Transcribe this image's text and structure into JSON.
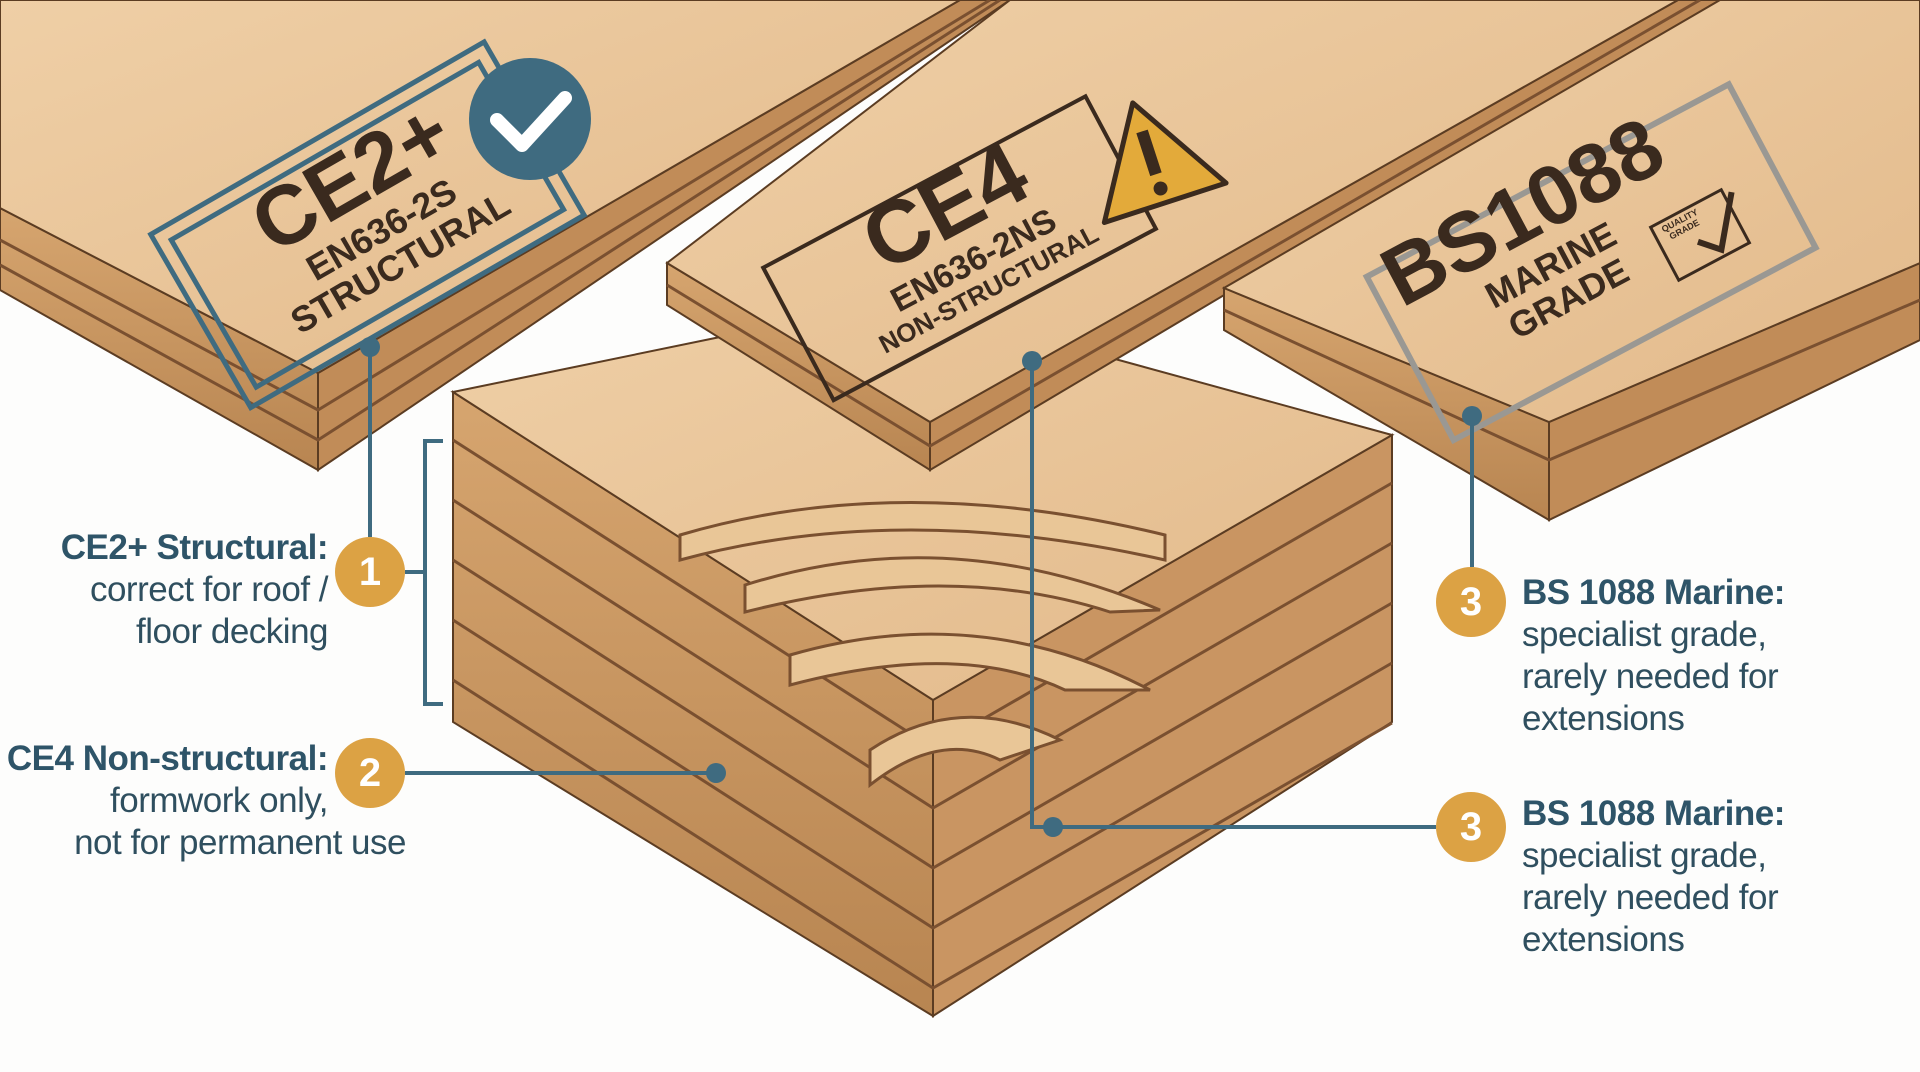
{
  "boards": [
    {
      "code": "CE2+",
      "standard": "EN636-2S",
      "class": "STRUCTURAL",
      "status_icon": "check-circle-icon"
    },
    {
      "code": "CE4",
      "standard": "EN636-2NS",
      "class": "NON-STRUCTURAL",
      "status_icon": "warning-triangle-icon"
    },
    {
      "code": "BS1088",
      "line1": "MARINE",
      "line2": "GRADE",
      "seal": "QUALITY GRADE",
      "status_icon": "quality-check-icon"
    }
  ],
  "callouts": [
    {
      "number": "1",
      "title": "CE2+ Structural:",
      "lines": [
        "correct for roof /",
        "floor decking"
      ]
    },
    {
      "number": "2",
      "title": "CE4 Non-structural:",
      "lines": [
        "formwork only,",
        "not for permanent use"
      ]
    },
    {
      "number": "3",
      "title": "BS 1088 Marine:",
      "lines": [
        "specialist grade,",
        "rarely needed for",
        "extensions"
      ]
    },
    {
      "number": "3",
      "title": "BS 1088 Marine:",
      "lines": [
        "specialist grade,",
        "rarely needed for",
        "extensions"
      ]
    }
  ],
  "colors": {
    "accent": "#dca244",
    "line": "#3f6b80",
    "text": "#2e5468",
    "wood": "#e8c398",
    "wood_edge": "#c9955f",
    "warning": "#e3aa3a"
  }
}
